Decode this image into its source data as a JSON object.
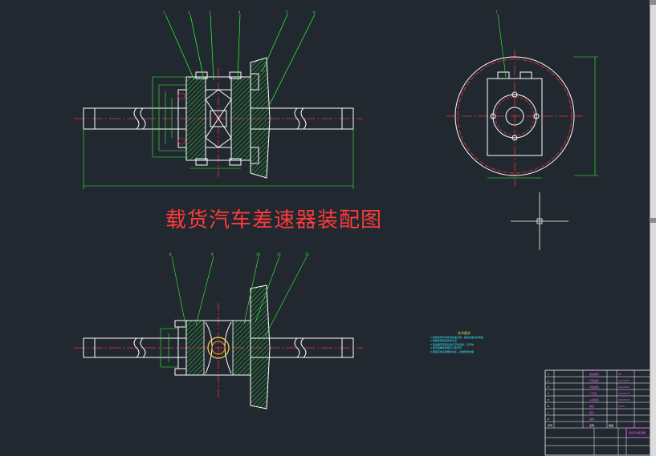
{
  "drawing": {
    "title": "载货汽车差速器装配图",
    "note_title": "技术要求",
    "notes": [
      "1.装配前所有零件用煤油清洗，各配合面涂润滑油",
      "2.各轴承装配后转动灵活",
      "3.差速器壳装配后进行空载试验，无异响",
      "4.各紧固螺栓按规定力矩拧紧",
      "5.装配完成后按要求涂漆，并做防锈处理"
    ],
    "block_title": "载货汽车差速器",
    "colors": {
      "background": "#212830",
      "outline": "#ffffff",
      "centerline": "#ff3030",
      "dimension": "#33ff33",
      "hatch": "#33ff33",
      "title_text": "#ff3b3b",
      "notes_text": "#37e8ff",
      "table_text": "#ff55ff"
    }
  }
}
